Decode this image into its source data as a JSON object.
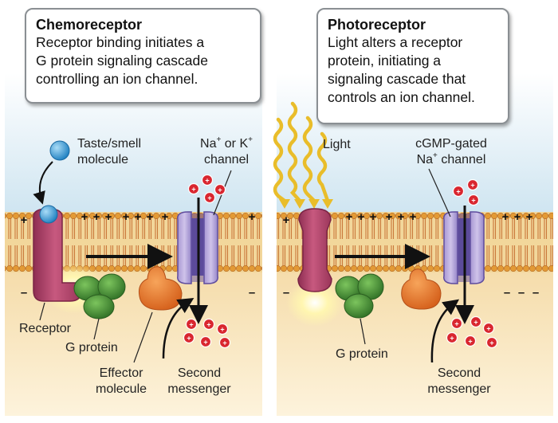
{
  "panels": [
    {
      "title": "Chemoreceptor",
      "description": [
        "Receptor binding initiates a",
        "G protein signaling cascade",
        "controlling an ion channel."
      ],
      "labels": {
        "ligand": [
          "Taste/smell",
          "molecule"
        ],
        "channel_pre": "Na",
        "channel_ion_1": "+",
        "channel_mid": " or K",
        "channel_ion_2": "+",
        "channel_word": "channel",
        "receptor": "Receptor",
        "g_protein": "G protein",
        "effector": [
          "Effector",
          "molecule"
        ],
        "second_messenger": [
          "Second",
          "messenger"
        ]
      }
    },
    {
      "title": "Photoreceptor",
      "description": [
        "Light alters a receptor",
        "protein, initiating a",
        "signaling cascade that",
        "controls an ion channel."
      ],
      "labels": {
        "light": "Light",
        "channel_line1": "cGMP-gated",
        "channel_pre": "Na",
        "channel_ion": "+",
        "channel_word": " channel",
        "g_protein": "G protein",
        "second_messenger": [
          "Second",
          "messenger"
        ]
      }
    }
  ],
  "symbols": {
    "plus": "+",
    "minus": "–"
  },
  "colors": {
    "extracellular": "#d8eaf3",
    "intracellular": "#f7e3b7",
    "lipid_head": "#e0962f",
    "lipid_tail": "#c8763a",
    "receptor": "#b4456b",
    "g_protein": "#4f9a3c",
    "effector": "#ee7f2e",
    "channel": "#7f69b5",
    "channel_dark": "#4b3a8c",
    "ion": "#d9262f",
    "ligand": "#2f97d6",
    "light": "#e9bd2a"
  }
}
